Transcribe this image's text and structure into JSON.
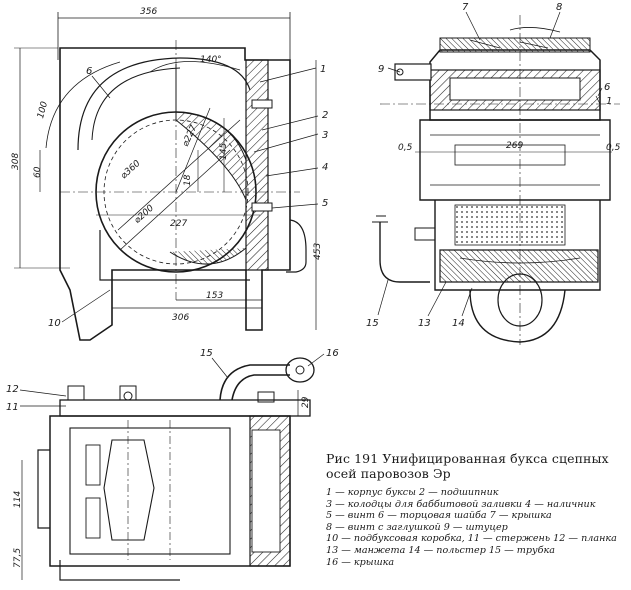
{
  "figure": {
    "caption_prefix": "Рис 191",
    "caption_text": "Унифицированная букса сцепных осей паровозов Эр",
    "legend": [
      "1 — корпус буксы",
      "2 — подшипник",
      "3 — колодцы для баббитовой заливки",
      "4 — наличник",
      "5 — винт",
      "6 — торцовая шайба",
      "7 — крышка",
      "8 — винт с заглушкой",
      "9 — штуцер",
      "10 — подбуксовая коробка,",
      "11 — стержень",
      "12 — планка",
      "13 — манжета",
      "14 — польстер",
      "15 — трубка",
      "16 — крышка"
    ]
  },
  "callouts": {
    "n1": "1",
    "n2": "2",
    "n3": "3",
    "n4": "4",
    "n5": "5",
    "n6": "6",
    "n6b": "6",
    "n7": "7",
    "n8": "8",
    "n9": "9",
    "n10": "10",
    "n11": "11",
    "n12": "12",
    "n13": "13",
    "n14": "14",
    "n15": "15",
    "n15b": "15",
    "n16": "16",
    "n1b": "1"
  },
  "dimensions": {
    "d356": "356",
    "d140": "140°",
    "d100": "100",
    "d308": "308",
    "d60": "60",
    "d360": "⌀360",
    "d227a": "⌀227",
    "d200": "⌀200",
    "d18": "18",
    "d145": "145",
    "d227": "227",
    "d453": "453",
    "d153": "153",
    "d306": "306",
    "d05a": "0,5",
    "d269": "269",
    "d05b": "0,5",
    "d29": "29",
    "d114": "114",
    "d775": "77,5"
  }
}
